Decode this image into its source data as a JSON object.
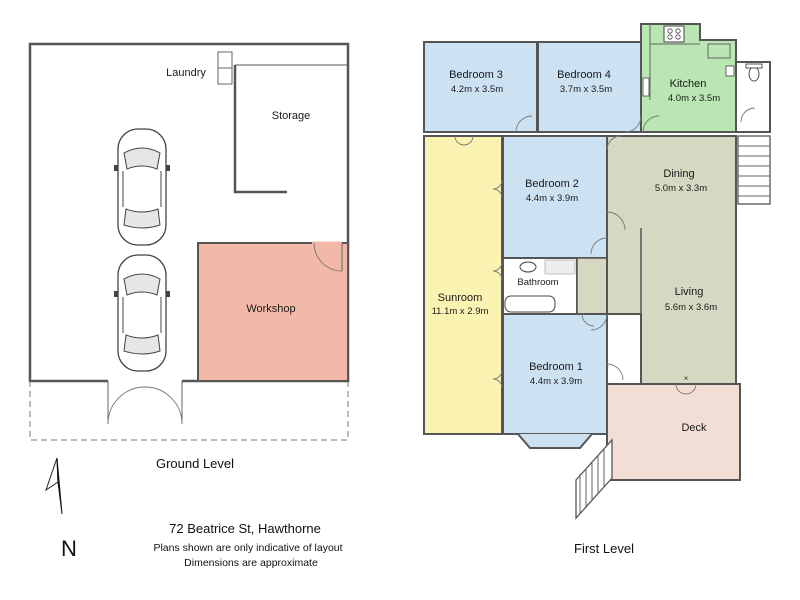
{
  "ground": {
    "caption": "Ground Level",
    "rooms": {
      "laundry": "Laundry",
      "storage": "Storage",
      "workshop": "Workshop"
    }
  },
  "first": {
    "caption": "First Level",
    "rooms": {
      "bedroom3": {
        "name": "Bedroom 3",
        "dims": "4.2m x 3.5m"
      },
      "bedroom4": {
        "name": "Bedroom 4",
        "dims": "3.7m x 3.5m"
      },
      "kitchen": {
        "name": "Kitchen",
        "dims": "4.0m x 3.5m"
      },
      "bedroom2": {
        "name": "Bedroom 2",
        "dims": "4.4m x 3.9m"
      },
      "dining": {
        "name": "Dining",
        "dims": "5.0m x 3.3m"
      },
      "sunroom": {
        "name": "Sunroom",
        "dims": "11.1m x 2.9m"
      },
      "bathroom": {
        "name": "Bathroom"
      },
      "living": {
        "name": "Living",
        "dims": "5.6m x 3.6m"
      },
      "bedroom1": {
        "name": "Bedroom 1",
        "dims": "4.4m x 3.9m"
      },
      "deck": {
        "name": "Deck"
      }
    }
  },
  "north_label": "N",
  "address": "72 Beatrice St, Hawthorne",
  "disclaimer_1": "Plans shown are only indicative of layout",
  "disclaimer_2": "Dimensions are approximate",
  "colors": {
    "bedroom": "#cce1f2",
    "kitchen": "#b9e6b3",
    "living": "#d6d8c2",
    "sunroom": "#fbf3b2",
    "deck": "#f2ded5",
    "workshop": "#f2b9a8",
    "wall": "#555555"
  }
}
